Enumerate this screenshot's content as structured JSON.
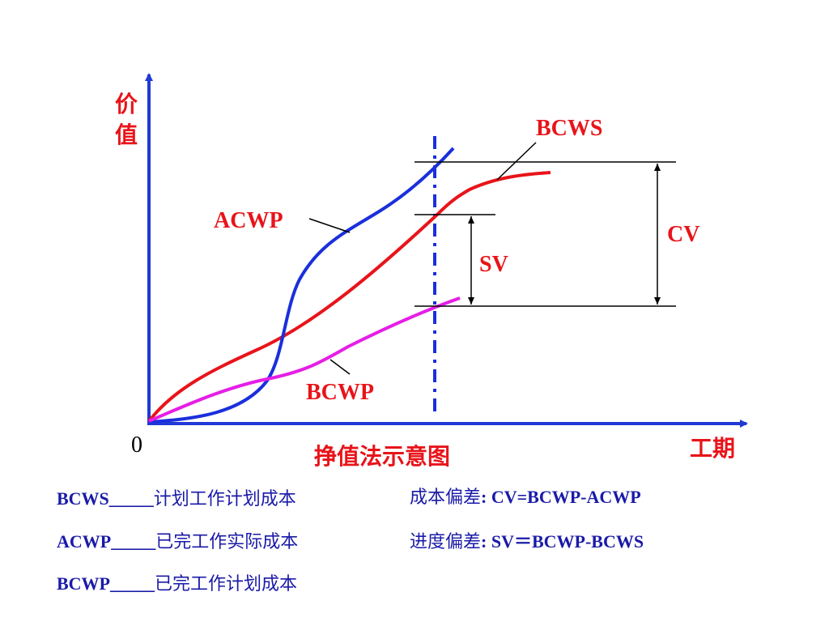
{
  "axes": {
    "y_label_line1": "价",
    "y_label_line2": "值",
    "x_label": "工期",
    "origin": "0"
  },
  "curve_labels": {
    "bcws": "BCWS",
    "acwp": "ACWP",
    "bcwp": "BCWP",
    "sv": "SV",
    "cv": "CV"
  },
  "title": "挣值法示意图",
  "colors": {
    "axis": "#1f3ad6",
    "bcws": "#e8141a",
    "acwp": "#1a2fdc",
    "bcwp": "#e61ee6",
    "label_red": "#e8141a",
    "legend_text": "#1a1aa8"
  },
  "definitions": [
    {
      "term": "BCWS",
      "sep": "_____",
      "desc": "计划工作计划成本"
    },
    {
      "term": "ACWP",
      "sep": "_____",
      "desc": "已完工作实际成本"
    },
    {
      "term": "BCWP",
      "sep": "_____",
      "desc": "已完工作计划成本"
    }
  ],
  "formulas": [
    {
      "name": "成本偏差",
      "sep": ": ",
      "expr": "CV=BCWP-ACWP"
    },
    {
      "name": "进度偏差",
      "sep": ": ",
      "expr": "SV＝BCWP-BCWS"
    }
  ]
}
